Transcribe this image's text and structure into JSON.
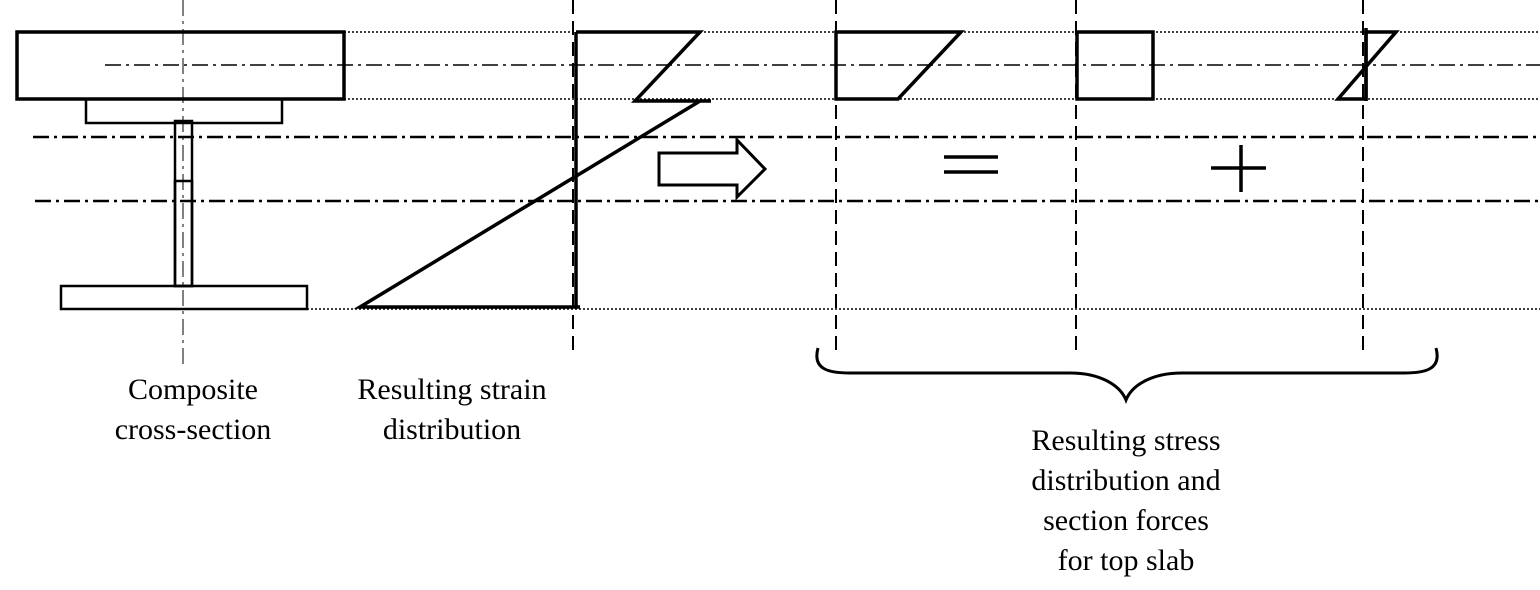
{
  "labels": {
    "cross_section": [
      "Composite",
      "cross-section"
    ],
    "strain": [
      "Resulting strain",
      "distribution"
    ],
    "stress": [
      "Resulting stress",
      "distribution and",
      "section forces",
      "for top slab"
    ]
  },
  "colors": {
    "line": "#000000",
    "background": "#ffffff"
  }
}
